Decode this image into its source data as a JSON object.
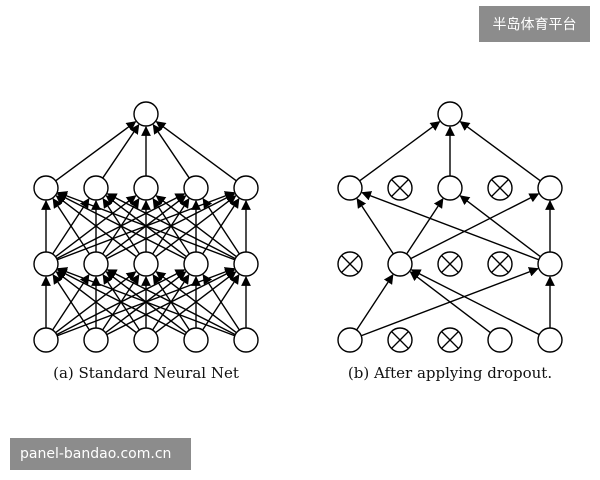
{
  "watermarks": {
    "top_right": "半岛体育平台",
    "bottom_left": "panel-bandao.com.cn"
  },
  "diagrams": [
    {
      "caption": "(a) Standard Neural Net",
      "layers": [
        [
          true,
          true,
          true,
          true,
          true
        ],
        [
          true,
          true,
          true,
          true,
          true
        ],
        [
          true,
          true,
          true,
          true,
          true
        ],
        [
          true
        ]
      ],
      "edges": "full"
    },
    {
      "caption": "(b) After applying dropout.",
      "layers": [
        [
          true,
          false,
          false,
          true,
          true
        ],
        [
          false,
          true,
          false,
          false,
          true
        ],
        [
          true,
          false,
          true,
          false,
          true
        ],
        [
          true
        ]
      ],
      "edges": [
        [
          [
            0,
            0
          ],
          [
            1,
            1
          ]
        ],
        [
          [
            0,
            0
          ],
          [
            1,
            4
          ]
        ],
        [
          [
            0,
            3
          ],
          [
            1,
            1
          ]
        ],
        [
          [
            0,
            4
          ],
          [
            1,
            1
          ]
        ],
        [
          [
            0,
            4
          ],
          [
            1,
            4
          ]
        ],
        [
          [
            1,
            1
          ],
          [
            2,
            0
          ]
        ],
        [
          [
            1,
            1
          ],
          [
            2,
            2
          ]
        ],
        [
          [
            1,
            1
          ],
          [
            2,
            4
          ]
        ],
        [
          [
            1,
            4
          ],
          [
            2,
            0
          ]
        ],
        [
          [
            1,
            4
          ],
          [
            2,
            2
          ]
        ],
        [
          [
            1,
            4
          ],
          [
            2,
            4
          ]
        ],
        [
          [
            2,
            0
          ],
          [
            3,
            0
          ]
        ],
        [
          [
            2,
            2
          ],
          [
            3,
            0
          ]
        ],
        [
          [
            2,
            4
          ],
          [
            3,
            0
          ]
        ]
      ]
    }
  ],
  "colors": {
    "stroke": "#000000",
    "node_fill": "#ffffff"
  }
}
